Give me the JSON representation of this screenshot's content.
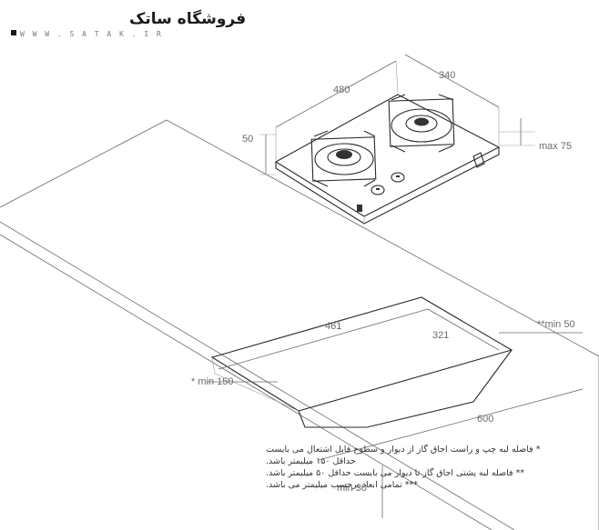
{
  "logo": {
    "brand": "فروشگاه ساتک",
    "url": "W W W . S A T A K . I R"
  },
  "dimensions": {
    "width_top": "480",
    "depth_top": "340",
    "height": "50",
    "max_depth": "max 75",
    "cutout_width": "461",
    "cutout_depth": "321",
    "min_back": "**min 50",
    "min_side": "* min 150",
    "counter_depth": "600",
    "min_front": "min 30"
  },
  "notes": [
    "* فاصله لبه چپ و راست اجاق گاز از دیوار و سطوح قابل اشتعال می بایست",
    "حداقل ۱۵۰ میلیمتر باشد.",
    "** فاصله لبه پشتی اجاق گاز تا دیوار می بایست حداقل ۵۰ میلیمتر باشد.",
    "*** تمامی ابعاد برحسب میلیمتر می باشد."
  ]
}
